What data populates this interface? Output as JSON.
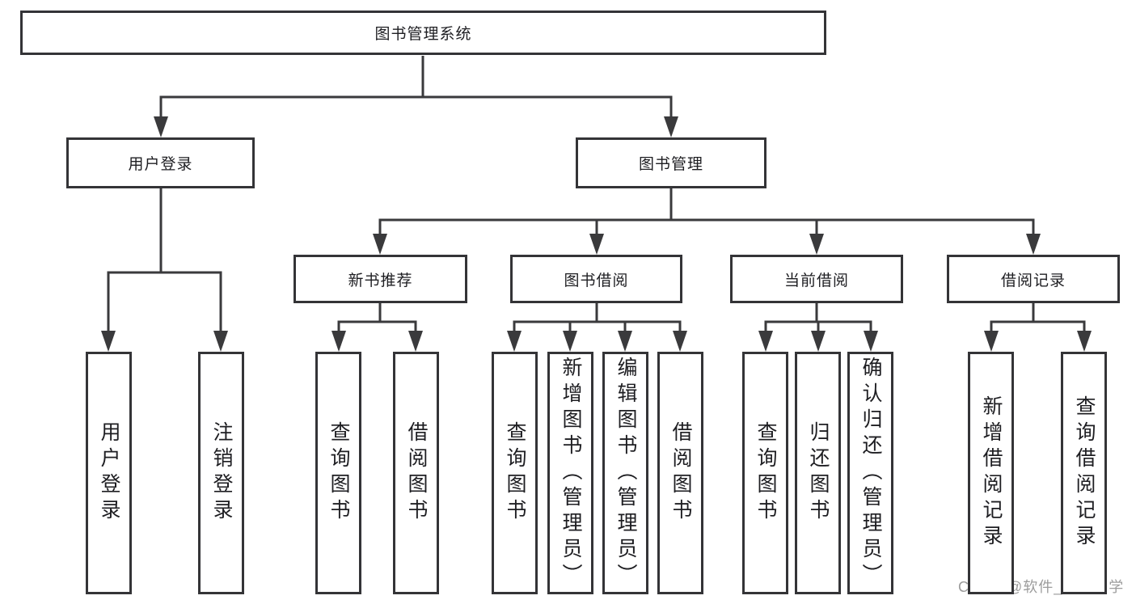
{
  "tree": {
    "root": {
      "label": "图书管理系统"
    },
    "children": [
      {
        "label": "用户登录",
        "children": [
          {
            "label": "用户登录"
          },
          {
            "label": "注销登录"
          }
        ]
      },
      {
        "label": "图书管理",
        "children": [
          {
            "label": "新书推荐",
            "children": [
              {
                "label": "查询图书"
              },
              {
                "label": "借阅图书"
              }
            ]
          },
          {
            "label": "图书借阅",
            "children": [
              {
                "label": "查询图书"
              },
              {
                "label": "新增图书（管理员）"
              },
              {
                "label": "编辑图书（管理员）"
              },
              {
                "label": "借阅图书"
              }
            ]
          },
          {
            "label": "当前借阅",
            "children": [
              {
                "label": "查询图书"
              },
              {
                "label": "归还图书"
              },
              {
                "label": "确认归还（管理员）"
              }
            ]
          },
          {
            "label": "借阅记录",
            "children": [
              {
                "label": "新增借阅记录"
              },
              {
                "label": "查询借阅记录"
              }
            ]
          }
        ]
      }
    ]
  },
  "watermark": {
    "text": "CSDN @软件_小贺同学"
  },
  "colors": {
    "line": "#3a3a3c",
    "box_border": "#343437",
    "text": "#1e1e22",
    "background": "#ffffff",
    "watermark": "#9c9c9c"
  }
}
